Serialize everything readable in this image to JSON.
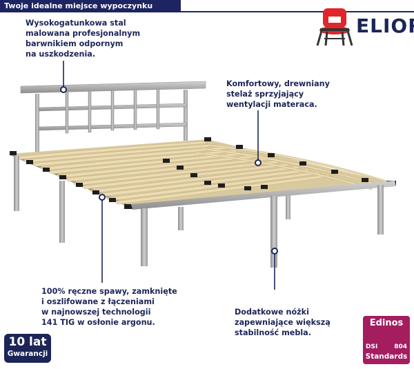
{
  "banner": {
    "title": "Twoje idealne miejsce wypoczynku"
  },
  "brand": {
    "name": "ELIOR"
  },
  "callouts": {
    "steel": "Wysokogatunkowa stal\nmalowana profesjonalnym\nbarwnikiem odpornym\nna uszkodzenia.",
    "frame": "Komfortowy, drewniany\nstelaż sprzyjający\nwentylacji materaca.",
    "welds": "100% ręczne spawy, zamknięte\ni oszlifowane z łączeniami\nw najnowszej technologii\n141 TIG w osłonie argonu.",
    "legs": "Dodatkowe nóżki\nzapewniające większą\nstabilność mebla."
  },
  "warranty": {
    "years": "10 lat",
    "label": "Gwarancji"
  },
  "certificate": {
    "name": "Edinos",
    "left": "DSI",
    "right": "804",
    "label": "Standards"
  },
  "colors": {
    "navy": "#1c2557",
    "accent": "#a31d5f",
    "chair": "#e2242b",
    "steel": "#a8a8a8",
    "slat": "#ecdcb4"
  }
}
